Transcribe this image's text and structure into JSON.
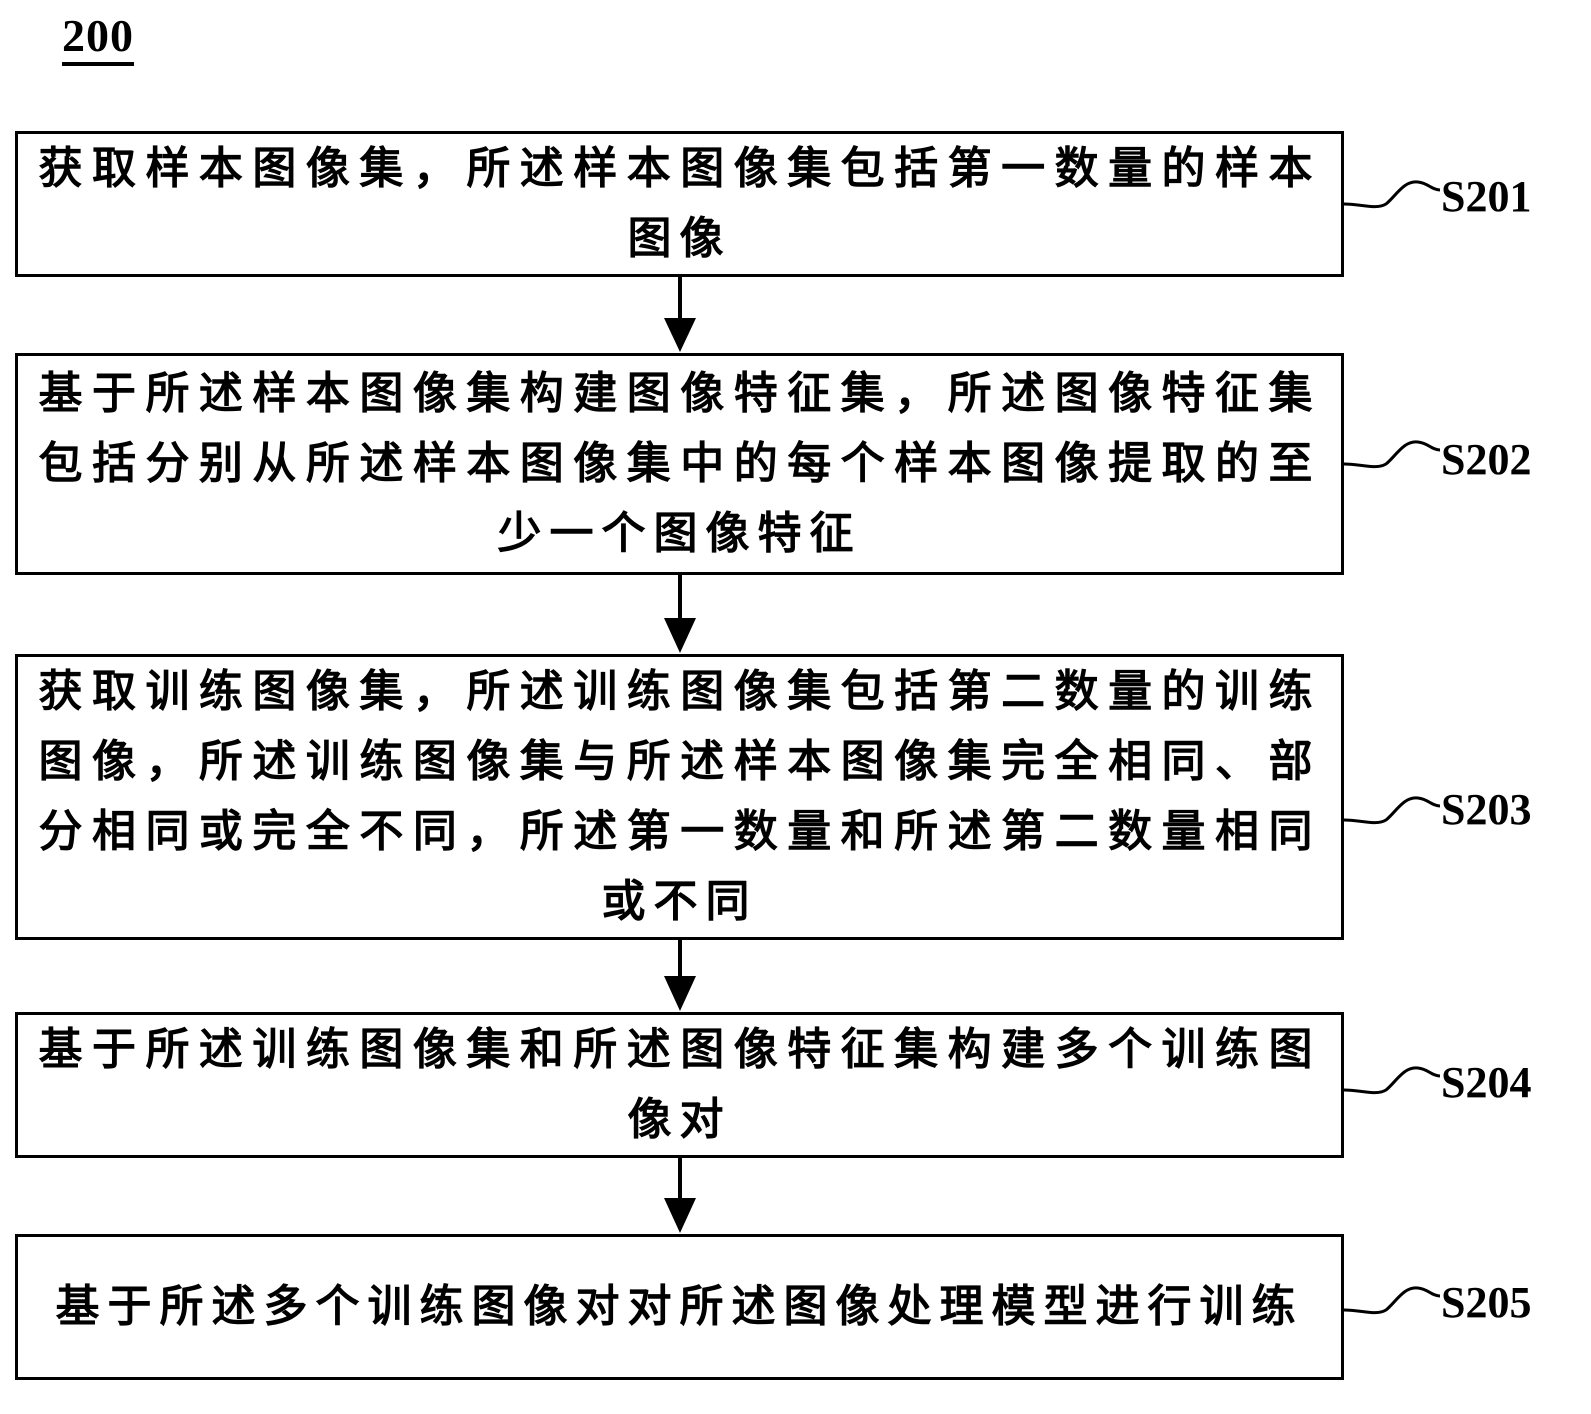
{
  "figure": {
    "number": "200"
  },
  "steps": [
    {
      "id": "S201",
      "label": "S201",
      "text": "获取样本图像集，所述样本图像集包括第一数量的样本图像"
    },
    {
      "id": "S202",
      "label": "S202",
      "text": "基于所述样本图像集构建图像特征集，所述图像特征集包括分别从所述样本图像集中的每个样本图像提取的至少一个图像特征"
    },
    {
      "id": "S203",
      "label": "S203",
      "text": "获取训练图像集，所述训练图像集包括第二数量的训练图像，所述训练图像集与所述样本图像集完全相同、部分相同或完全不同，所述第一数量和所述第二数量相同或不同"
    },
    {
      "id": "S204",
      "label": "S204",
      "text": "基于所述训练图像集和所述图像特征集构建多个训练图像对"
    },
    {
      "id": "S205",
      "label": "S205",
      "text": "基于所述多个训练图像对对所述图像处理模型进行训练"
    }
  ]
}
